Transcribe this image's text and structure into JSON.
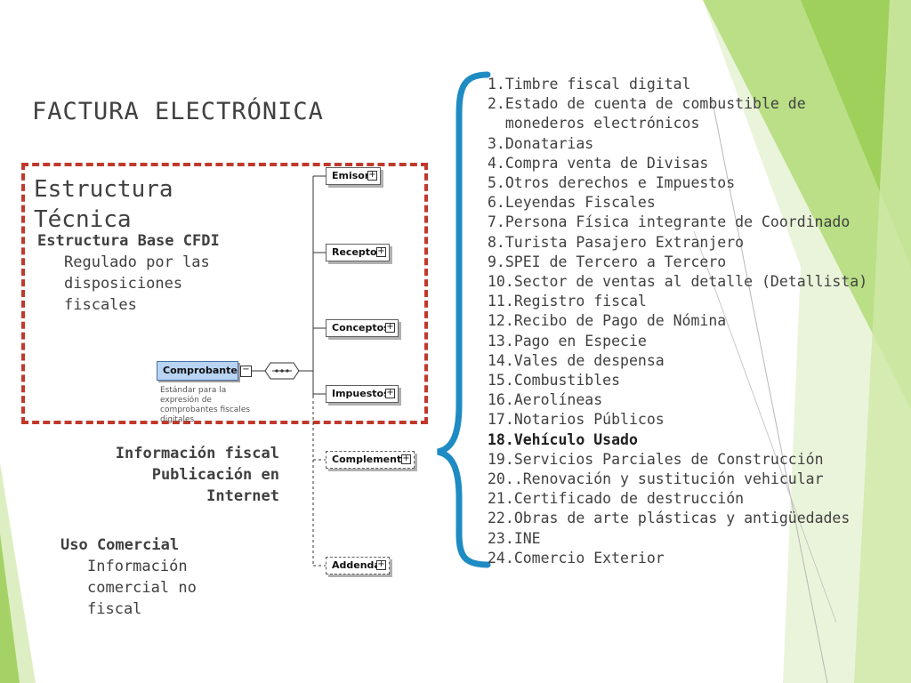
{
  "colors": {
    "accent_green": "#8dc63f",
    "brace_blue": "#1e8bc3",
    "dash_red": "#c0392b"
  },
  "slide": {
    "title": "FACTURA ELECTRÓNICA",
    "structure_title": "Estructura Técnica",
    "base_heading": "Estructura Base CFDI",
    "base_line1": "Regulado por las",
    "base_line2": "disposiciones",
    "base_line3": "fiscales",
    "info_line1": "Información fiscal",
    "info_line2": "Publicación en",
    "info_line3": "Internet",
    "uso_heading": "Uso Comercial",
    "uso_line1": "Información",
    "uso_line2": "comercial no",
    "uso_line3": "fiscal"
  },
  "diagram": {
    "root": "Comprobante",
    "root_desc": "Estándar para la expresión de comprobantes fiscales digitales",
    "root_toggle": "−",
    "seq_toggle": "−",
    "nodes": {
      "emisor": "Emisor",
      "receptor": "Receptor",
      "conceptos": "Conceptos",
      "impuestos": "Impuestos",
      "complemento": "Complemento",
      "addenda": "Addenda"
    },
    "expand_symbol": "+"
  },
  "complementos": [
    {
      "num": "1.",
      "label": "Timbre fiscal digital"
    },
    {
      "num": "2.",
      "label": "Estado de cuenta de combustible de monederos electrónicos"
    },
    {
      "num": "3.",
      "label": "Donatarias"
    },
    {
      "num": "4.",
      "label": "Compra venta de Divisas"
    },
    {
      "num": "5.",
      "label": "Otros derechos e Impuestos"
    },
    {
      "num": "6.",
      "label": "Leyendas Fiscales"
    },
    {
      "num": "7.",
      "label": "Persona Física integrante de Coordinado"
    },
    {
      "num": "8.",
      "label": "Turista Pasajero Extranjero"
    },
    {
      "num": "9.",
      "label": "SPEI de Tercero a Tercero"
    },
    {
      "num": "10.",
      "label": "Sector de ventas al detalle (Detallista)"
    },
    {
      "num": "11.",
      "label": "Registro fiscal"
    },
    {
      "num": "12.",
      "label": "Recibo de Pago de Nómina"
    },
    {
      "num": "13.",
      "label": "Pago en Especie"
    },
    {
      "num": "14.",
      "label": "Vales de despensa"
    },
    {
      "num": "15.",
      "label": "Combustibles"
    },
    {
      "num": "16.",
      "label": "Aerolíneas"
    },
    {
      "num": "17.",
      "label": "Notarios Públicos"
    },
    {
      "num": "18.",
      "label": "Vehículo Usado"
    },
    {
      "num": "19.",
      "label": "Servicios Parciales de Construcción"
    },
    {
      "num": "20.",
      "label": ".Renovación y sustitución vehicular"
    },
    {
      "num": "21.",
      "label": "Certificado de destrucción"
    },
    {
      "num": "22.",
      "label": "Obras de arte plásticas y antigüedades"
    },
    {
      "num": "23.",
      "label": "INE"
    },
    {
      "num": "24.",
      "label": "Comercio Exterior"
    }
  ]
}
